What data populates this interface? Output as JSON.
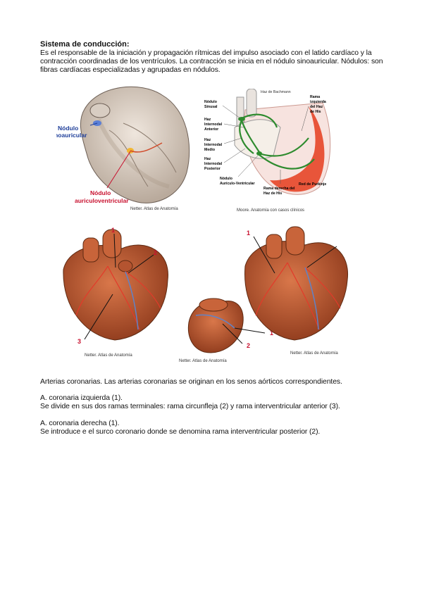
{
  "heading": "Sistema de conducción:",
  "intro": "Es el responsable de la iniciación y propagación rítmicas del impulso asociado con el latido cardíaco y la contracción coordinadas de los ventrículos. La contracción se inicia en el nódulo sinoauricular. Nódulos: son fibras cardíacas especializadas y agrupadas en nódulos.",
  "figure1": {
    "label_sa_1": "Nódulo",
    "label_sa_2": "sinoauricular",
    "label_av_1": "Nódulo",
    "label_av_2": "auriculoventricular",
    "caption": "Netter. Atlas de Anatomía"
  },
  "figure2": {
    "bachmann": "Haz de Bachmann",
    "sinusal_1": "Nódulo",
    "sinusal_2": "Sinusal",
    "anterior_1": "Haz",
    "anterior_2": "Internodal",
    "anterior_3": "Anterior",
    "medio_1": "Haz",
    "medio_2": "Internodal",
    "medio_3": "Medio",
    "posterior_1": "Haz",
    "posterior_2": "Internodal",
    "posterior_3": "Posterior",
    "av_1": "Nódulo",
    "av_2": "Aurículo-Ventricular",
    "rama_izq_1": "Rama",
    "rama_izq_2": "izquierda",
    "rama_izq_3": "del Haz",
    "rama_izq_4": "de His",
    "purkinje": "Red de Purkinje",
    "rama_der_1": "Rama derecha del",
    "rama_der_2": "Haz de His",
    "caption": "Moore. Anatomía con casos clínicos"
  },
  "figure3": {
    "left_caption": "Netter. Atlas de Anatomía",
    "middle_caption": "Netter. Atlas de Anatomía",
    "right_caption": "Netter. Atlas de Anatomía",
    "n1": "1",
    "n2": "2",
    "n3": "3"
  },
  "arterias": "Arterias coronarias. Las arterias coronarias se originan en los senos aórticos correspondientes.",
  "izq_title": "A. coronaria izquierda (1).",
  "izq_text": "Se divide en sus dos ramas terminales: rama circunfleja (2) y rama interventricular anterior (3).",
  "der_title": "A. coronaria derecha (1).",
  "der_text": "Se introduce e el surco coronario donde se denomina rama interventricular posterior (2).",
  "colors": {
    "heart": "#b5532a",
    "blue_label": "#1f3f9a",
    "red_label": "#c8102e",
    "purkinje": "#e8553a",
    "conduction": "#2e8b2e"
  }
}
